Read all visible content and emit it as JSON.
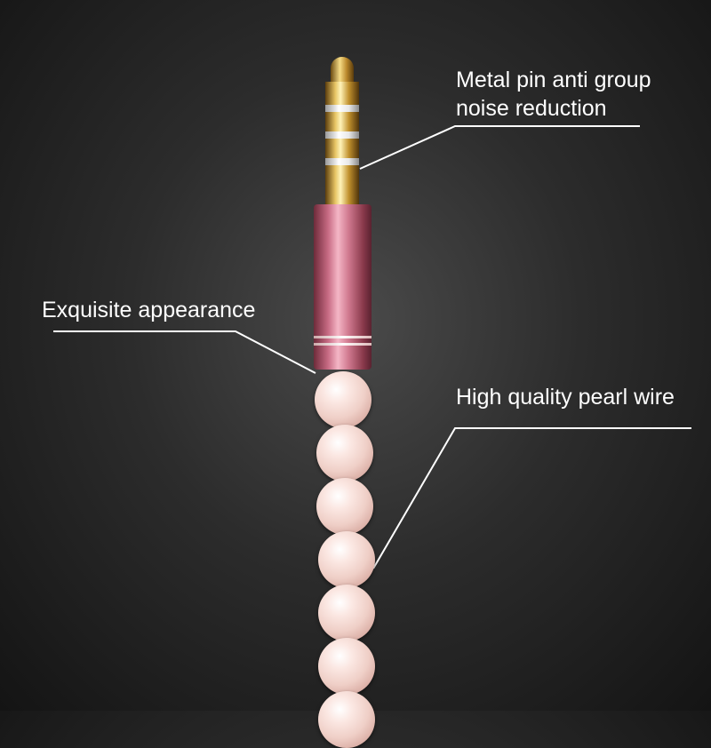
{
  "labels": {
    "pin_line1": "Metal pin anti group",
    "pin_line2": "noise reduction",
    "appearance": "Exquisite appearance",
    "pearl_wire": "High quality pearl wire"
  },
  "colors": {
    "text": "#ffffff",
    "pin_gold": "#e8c565",
    "barrel_pink": "#d07a90",
    "pearl": "#efcfc7"
  }
}
